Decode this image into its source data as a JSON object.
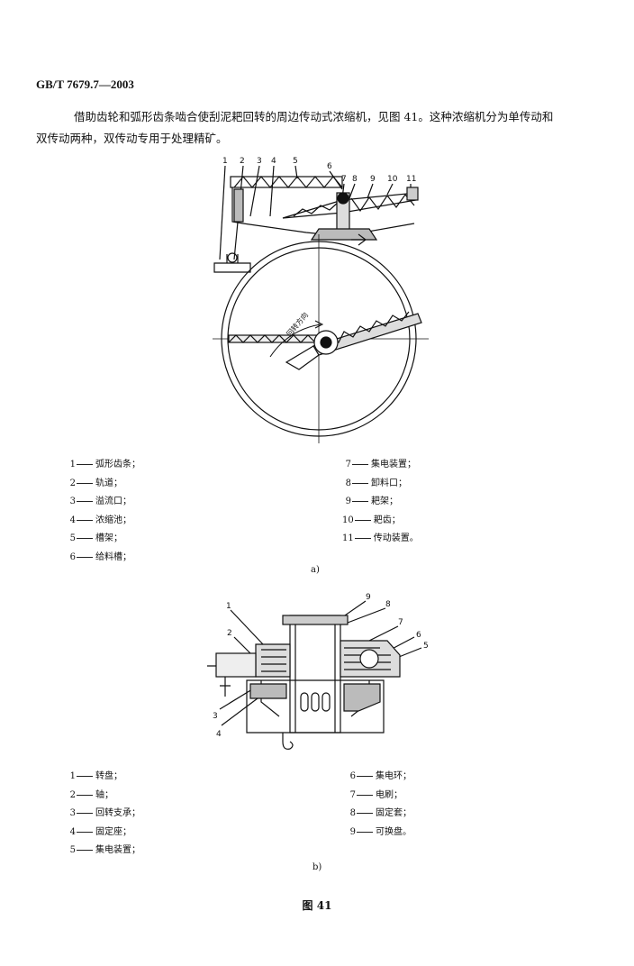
{
  "header": {
    "standard_code": "GB/T 7679.7—2003"
  },
  "body_text": {
    "line1": "借助齿轮和弧形齿条啮合使刮泥耙回转的周边传动式浓缩机，见图 41。这种浓缩机分为单传动和",
    "line2": "双传动两种，双传动专用于处理精矿。"
  },
  "figure_a": {
    "callouts": [
      "1",
      "2",
      "3",
      "4",
      "5",
      "6",
      "7",
      "8",
      "9",
      "10",
      "11"
    ],
    "rotation_label": "回转方向",
    "legend_left": [
      {
        "num": "1",
        "text": "弧形齿条；"
      },
      {
        "num": "2",
        "text": "轨道；"
      },
      {
        "num": "3",
        "text": "溢流口；"
      },
      {
        "num": "4",
        "text": "浓缩池；"
      },
      {
        "num": "5",
        "text": "槽架；"
      },
      {
        "num": "6",
        "text": "给料槽；"
      }
    ],
    "legend_right": [
      {
        "num": "7",
        "text": "集电装置；"
      },
      {
        "num": "8",
        "text": "卸料口；"
      },
      {
        "num": "9",
        "text": "耙架；"
      },
      {
        "num": "10",
        "text": "耙齿；"
      },
      {
        "num": "11",
        "text": "传动装置。"
      }
    ],
    "sublabel": "a)"
  },
  "figure_b": {
    "callouts": [
      "1",
      "2",
      "3",
      "4",
      "5",
      "6",
      "7",
      "8",
      "9"
    ],
    "legend_left": [
      {
        "num": "1",
        "text": "转盘；"
      },
      {
        "num": "2",
        "text": "轴；"
      },
      {
        "num": "3",
        "text": "回转支承；"
      },
      {
        "num": "4",
        "text": "固定座；"
      },
      {
        "num": "5",
        "text": "集电装置；"
      }
    ],
    "legend_right": [
      {
        "num": "6",
        "text": "集电环；"
      },
      {
        "num": "7",
        "text": "电刷；"
      },
      {
        "num": "8",
        "text": "固定套；"
      },
      {
        "num": "9",
        "text": "可换盘。"
      }
    ],
    "sublabel": "b)"
  },
  "figure_title": "图 41"
}
